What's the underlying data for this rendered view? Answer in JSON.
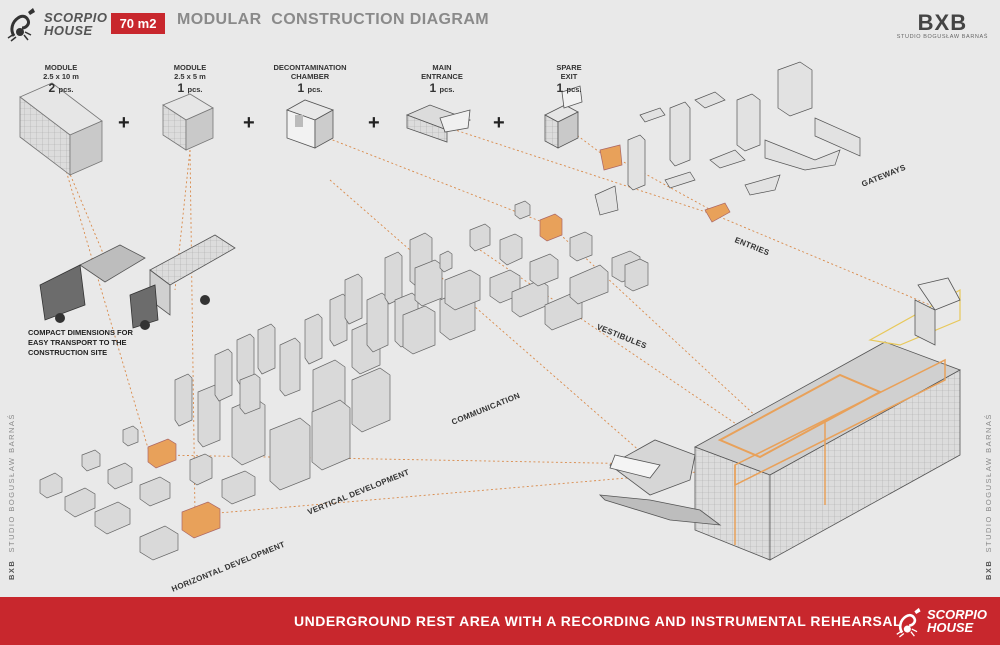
{
  "header": {
    "logo_line1": "SCORPIO",
    "logo_line2": "HOUSE",
    "area_badge": "70 m2",
    "title": "MODULAR  CONSTRUCTION DIAGRAM",
    "brand": "BXB",
    "brand_sub": "STUDIO BOGUSŁAW BARNAŚ"
  },
  "side_left": {
    "brand": "BXB",
    "text": "STUDIO BOGUSŁAW BARNAŚ"
  },
  "side_right": {
    "brand": "BXB",
    "text": "STUDIO BOGUSŁAW BARNAŚ"
  },
  "modules": [
    {
      "line1": "MODULE",
      "line2": "2.5 x 10 m",
      "count": "2",
      "unit": "pcs."
    },
    {
      "line1": "MODULE",
      "line2": "2.5 x 5 m",
      "count": "1",
      "unit": "pcs."
    },
    {
      "line1": "DECONTAMINATION",
      "line2": "CHAMBER",
      "count": "1",
      "unit": "pcs."
    },
    {
      "line1": "MAIN",
      "line2": "ENTRANCE",
      "count": "1",
      "unit": "pcs."
    },
    {
      "line1": "SPARE",
      "line2": "EXIT",
      "count": "1",
      "unit": "pcs."
    }
  ],
  "plus_sign": "+",
  "labels": {
    "gateways": "GATEWAYS",
    "entries": "ENTRIES",
    "vestibules": "VESTIBULES",
    "communication": "COMMUNICATION",
    "vertical": "VERTICAL DEVELOPMENT",
    "horizontal": "HORIZONTAL DEVELOPMENT"
  },
  "transport": {
    "line1": "COMPACT DIMENSIONS FOR",
    "line2": "EASY TRANSPORT TO THE",
    "line3": "CONSTRUCTION SITE"
  },
  "footer": {
    "text": "UNDERGROUND REST AREA WITH A RECORDING AND INSTRUMENTAL REHEARSAL",
    "logo_line1": "SCORPIO",
    "logo_line2": "HOUSE"
  },
  "colors": {
    "accent_red": "#c8272d",
    "highlight_orange": "#e8a15a",
    "module_fill": "#d8d8d8"
  }
}
